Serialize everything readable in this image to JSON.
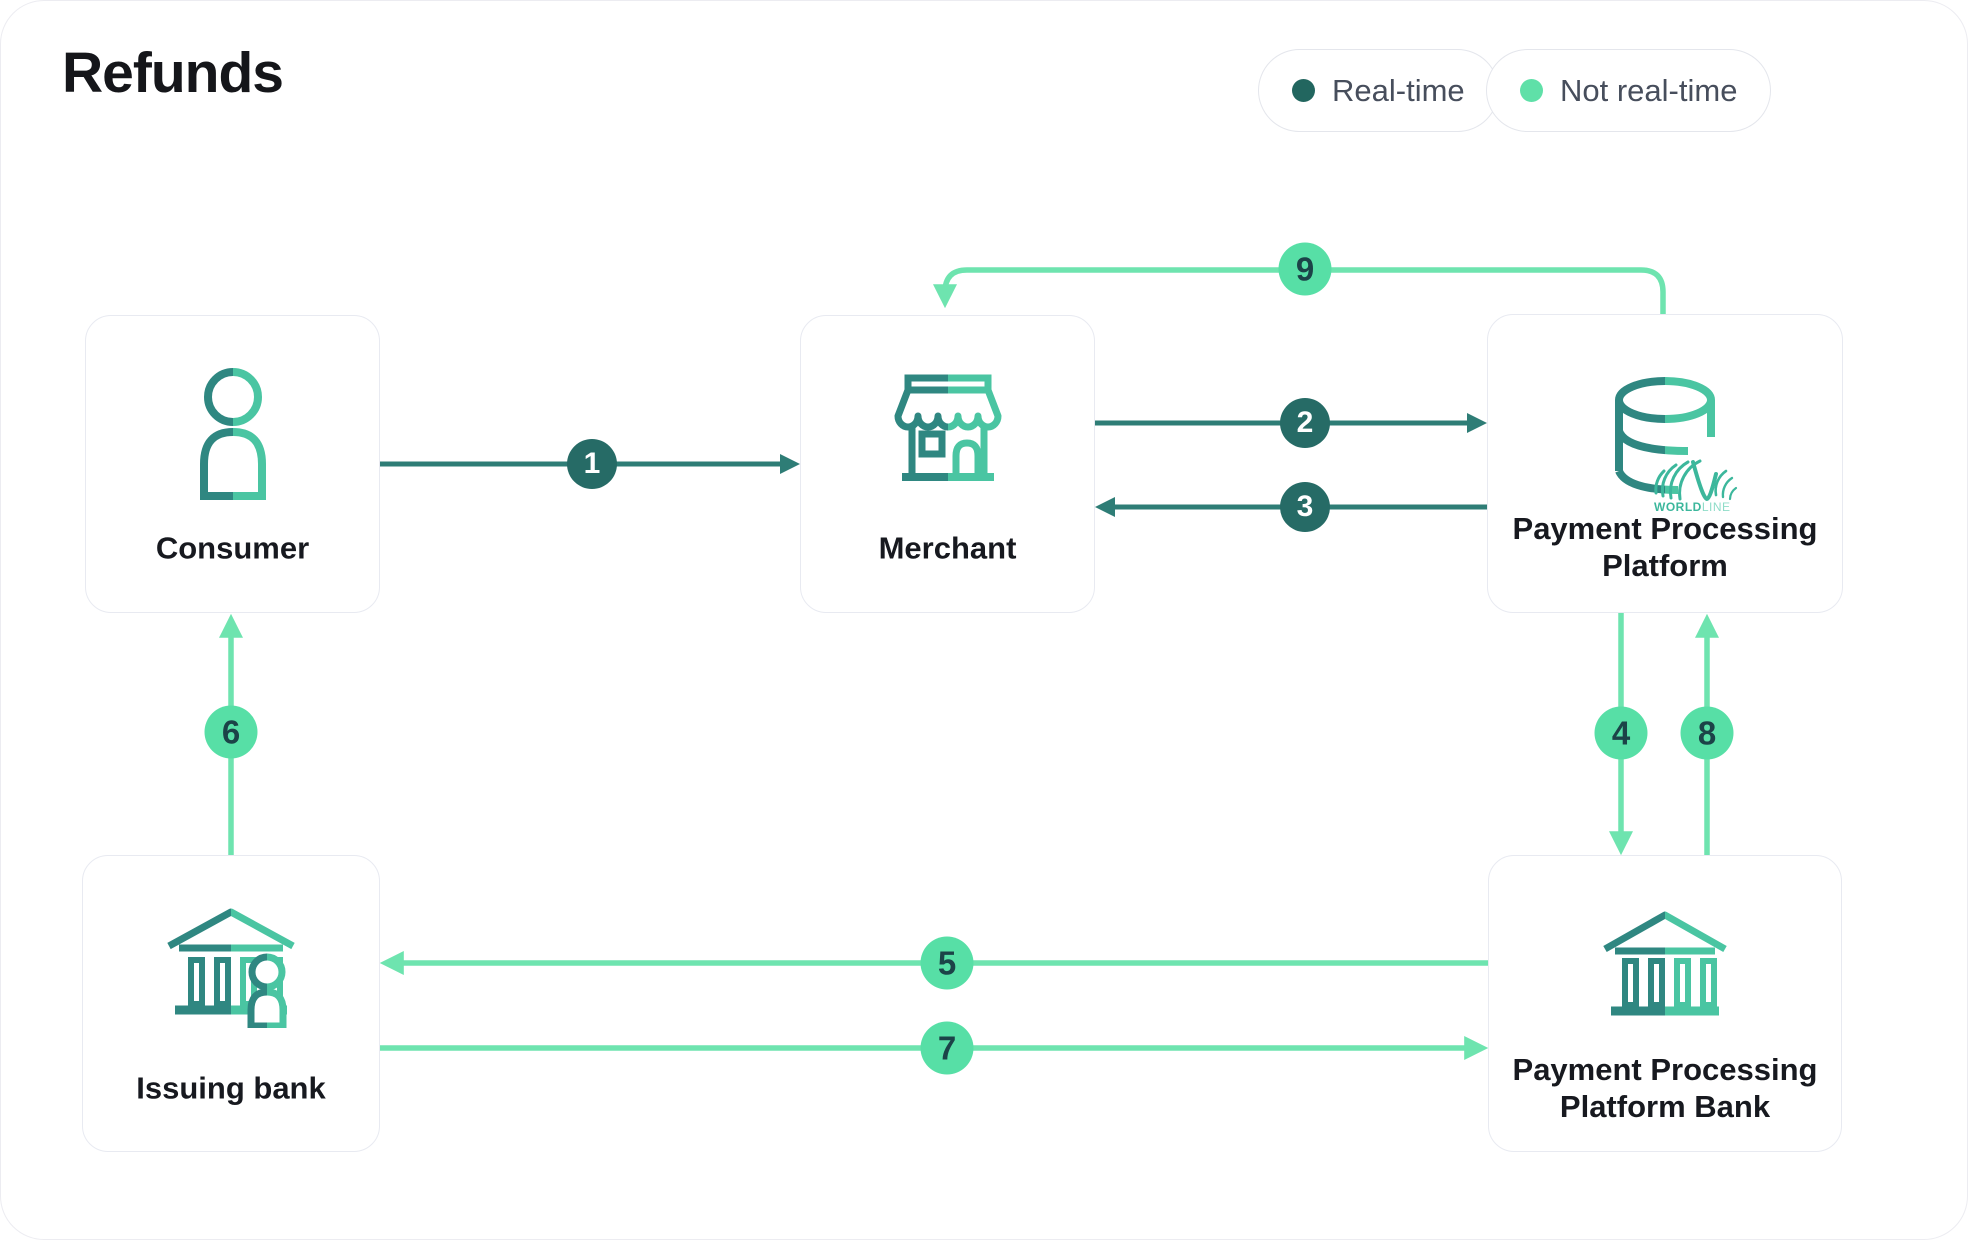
{
  "title": "Refunds",
  "legend": {
    "real_time": "Real-time",
    "not_real_time": "Not real-time"
  },
  "colors": {
    "real_time": "#266b66",
    "real_time_line": "#2e7d76",
    "not_real_time": "#57dfa6",
    "not_real_time_line": "#6ee4af",
    "icon_dark": "#2f8781",
    "icon_light": "#4ac5a2"
  },
  "nodes": {
    "consumer": {
      "label": "Consumer",
      "icon": "person-icon"
    },
    "merchant": {
      "label": "Merchant",
      "icon": "storefront-icon"
    },
    "platform": {
      "label": "Payment Processing Platform",
      "icon": "database-icon",
      "logo_bold": "WORLD",
      "logo_light": "LINE"
    },
    "issuing_bank": {
      "label": "Issuing bank",
      "icon": "bank-person-icon"
    },
    "platform_bank": {
      "label": "Payment Processing Platform Bank",
      "icon": "bank-icon"
    }
  },
  "flows": [
    {
      "step": "1",
      "from": "Consumer",
      "to": "Merchant",
      "type": "real-time"
    },
    {
      "step": "2",
      "from": "Merchant",
      "to": "Payment Processing Platform",
      "type": "real-time"
    },
    {
      "step": "3",
      "from": "Payment Processing Platform",
      "to": "Merchant",
      "type": "real-time"
    },
    {
      "step": "4",
      "from": "Payment Processing Platform",
      "to": "Payment Processing Platform Bank",
      "type": "not-real-time"
    },
    {
      "step": "5",
      "from": "Payment Processing Platform Bank",
      "to": "Issuing bank",
      "type": "not-real-time"
    },
    {
      "step": "6",
      "from": "Issuing bank",
      "to": "Consumer",
      "type": "not-real-time"
    },
    {
      "step": "7",
      "from": "Issuing bank",
      "to": "Payment Processing Platform Bank",
      "type": "not-real-time"
    },
    {
      "step": "8",
      "from": "Payment Processing Platform Bank",
      "to": "Payment Processing Platform",
      "type": "not-real-time"
    },
    {
      "step": "9",
      "from": "Payment Processing Platform",
      "to": "Merchant",
      "type": "not-real-time"
    }
  ]
}
